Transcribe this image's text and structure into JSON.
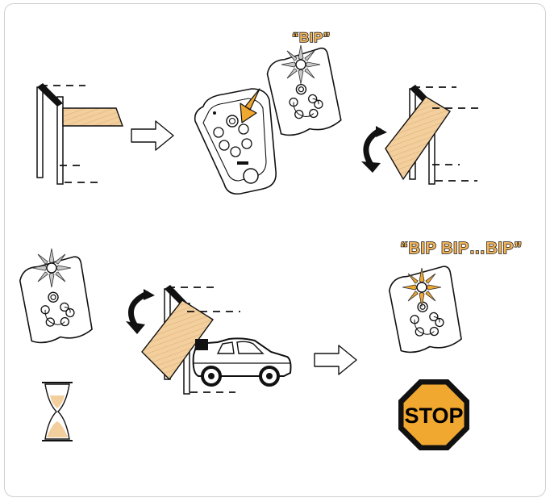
{
  "steps": {
    "step1": {
      "bip_label": "“BIP”"
    },
    "step2": {
      "bip_label": "“BIP BIP…BIP”",
      "stop_sign_text": "STOP"
    }
  },
  "colors": {
    "gate_fill": "#f3cf9d",
    "accent": "#f0a830",
    "stop_fill": "#f0a830",
    "line": "#111111"
  },
  "icons": [
    "gate-closed-icon",
    "arrow-right-icon",
    "remote-press-icon",
    "remote-flash-icon",
    "rotate-icon",
    "gate-opening-icon",
    "hourglass-icon",
    "car-icon",
    "stop-sign-icon"
  ]
}
